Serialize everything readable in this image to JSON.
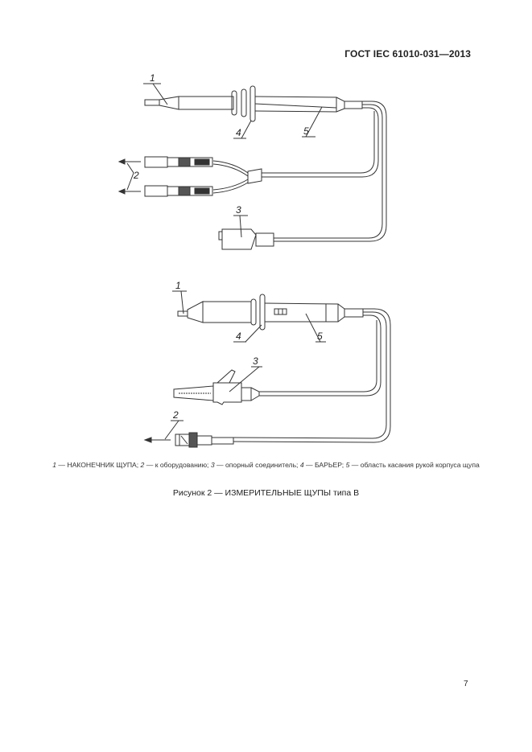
{
  "header": {
    "standard": "ГОСТ IEC 61010-031—2013"
  },
  "figure": {
    "upper_probe": {
      "labels": [
        "1",
        "2",
        "3",
        "4",
        "5"
      ]
    },
    "lower_probe": {
      "labels": [
        "1",
        "2",
        "3",
        "4",
        "5"
      ]
    },
    "legend": [
      {
        "num": "1",
        "text": "— НАКОНЕЧНИК ЩУПА;"
      },
      {
        "num": "2",
        "text": "— к оборудованию;"
      },
      {
        "num": "3",
        "text": "— опорный соединитель;"
      },
      {
        "num": "4",
        "text": "— БАРЬЕР;"
      },
      {
        "num": "5",
        "text": "— область касания рукой корпуса щупа"
      }
    ],
    "title": "Рисунок 2 — ИЗМЕРИТЕЛЬНЫЕ ЩУПЫ типа В"
  },
  "footer": {
    "page_number": "7"
  }
}
